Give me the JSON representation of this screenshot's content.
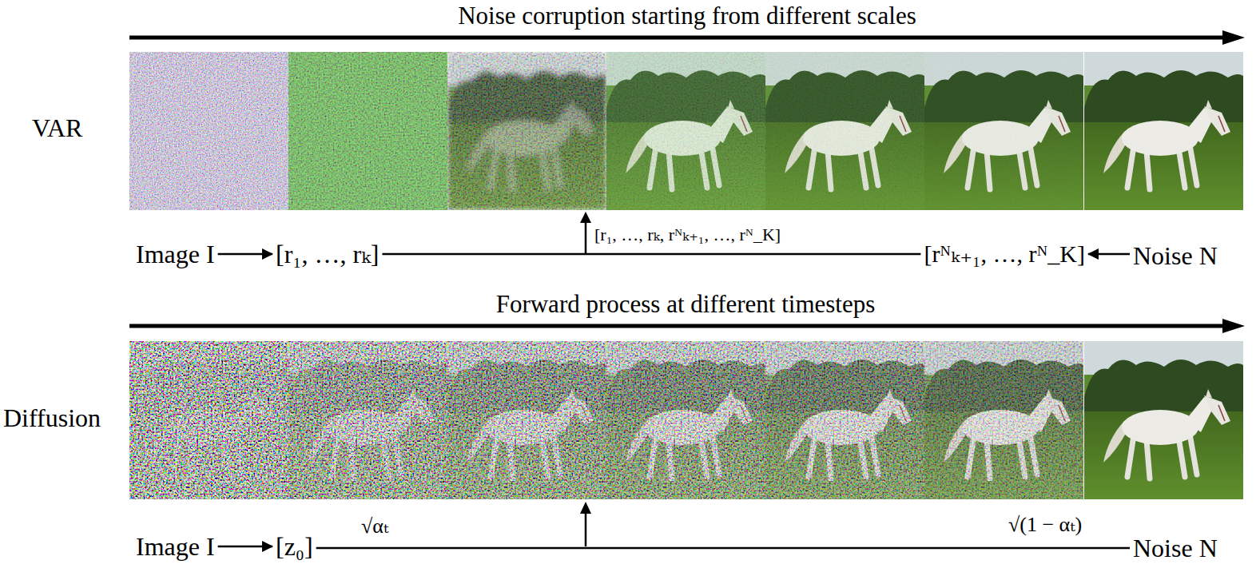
{
  "diagram": {
    "nodes": [
      {
        "text": [
          "Image I"
        ]
      },
      {
        "text": [
          "[r₁, …, rₖ]"
        ]
      },
      {
        "text": [
          "[rᴺₖ₊₁, …, rᴺ_K]"
        ]
      },
      {
        "text": [
          "Noise N"
        ]
      },
      {
        "text": [
          "Image I"
        ]
      },
      {
        "text": [
          "[z₀]"
        ]
      },
      {
        "text": [
          "Noise N"
        ]
      }
    ],
    "edges": [
      {
        "from": 0,
        "to": 1,
        "arrow": "to"
      },
      {
        "from": 1,
        "to": 2,
        "arrow": "none"
      },
      {
        "from": 3,
        "to": 2,
        "arrow": "to"
      },
      {
        "from": 4,
        "to": 5,
        "arrow": "to"
      },
      {
        "from": 5,
        "to": 6,
        "arrow": "none"
      }
    ],
    "labels": [
      "Noise corruption starting from different scales",
      "VAR",
      "[r₁, …, rₖ, rᴺₖ₊₁, …, rᴺ_K]",
      "Forward process at different timesteps",
      "Diffusion",
      "√αₜ",
      "√(1 − αₜ)"
    ]
  }
}
